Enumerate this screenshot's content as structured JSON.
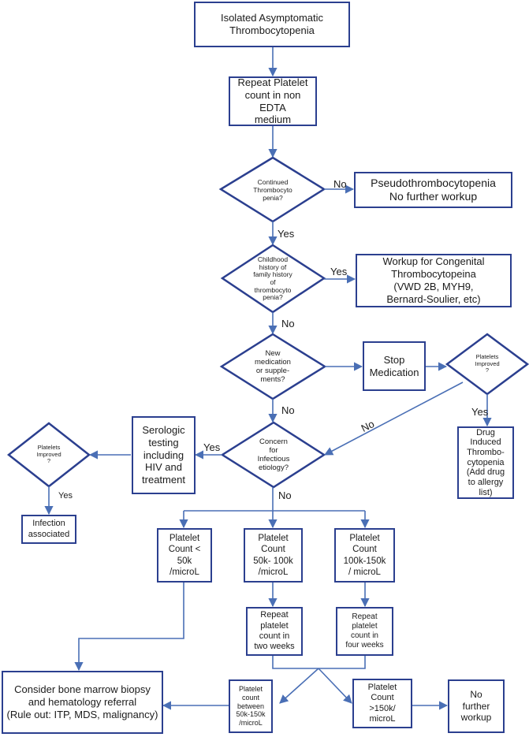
{
  "nodes": {
    "start": "Isolated Asymptomatic\nThrombocytopenia",
    "repeat": "Repeat Platelet\ncount in non EDTA\nmedium",
    "continued": "Continued\nThrombocyto\npenia?",
    "pseudo": "Pseudothrombocytopenia\nNo further workup",
    "childhood": "Childhood\nhistory of\nfamily history\nof\nthrombocyto\npenia?",
    "congenital": "Workup for Congenital\nThrombocytopeina\n(VWD 2B, MYH9,\nBernard-Soulier, etc)",
    "newmed": "New\nmedication\nor supple-\nments?",
    "stopmed": "Stop\nMedication",
    "improved1": "Platelets\nImproved\n?",
    "drug": "Drug\nInduced\nThrombo-\ncytopenia\n(Add drug\nto allergy\nlist)",
    "concern": "Concern\nfor\nInfectious\netiology?",
    "serologic": "Serologic\ntesting\nincluding\nHIV and\ntreatment",
    "improved2": "Platelets\nImproved\n?",
    "infection": "Infection\nassociated",
    "lt50": "Platelet\nCount <\n50k\n/microL",
    "50_100": "Platelet\nCount\n50k- 100k\n/microL",
    "100_150": "Platelet\nCount\n100k-150k\n/ microL",
    "repeat2w": "Repeat\nplatelet\ncount in\ntwo weeks",
    "repeat4w": "Repeat\nplatelet\ncount in\nfour weeks",
    "marrow": "Consider bone marrow biopsy\nand hematology referral\n(Rule out: ITP, MDS, malignancy)",
    "between": "Platelet\ncount\nbetween\n50k-150k\n/microL",
    "gt150": "Platelet\nCount\n>150k/\nmicroL",
    "nofurther": "No\nfurther\nworkup"
  },
  "labels": {
    "no1": "No",
    "yes1": "Yes",
    "yes2": "Yes",
    "no2": "No",
    "no3": "No",
    "no_diag": "No",
    "yes3": "Yes",
    "yes4": "Yes",
    "yes5": "Yes",
    "no4": "No"
  }
}
